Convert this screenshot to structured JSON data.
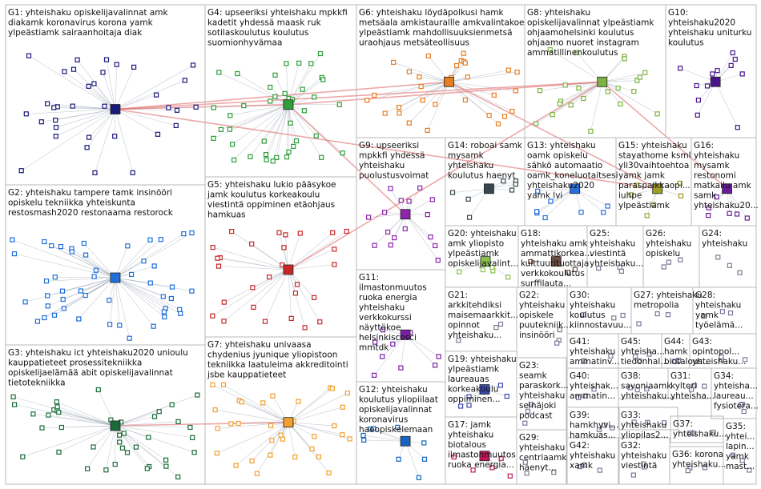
{
  "graph_title": "",
  "groups": [
    {
      "id": "G1",
      "lines": [
        "G1: yhteishaku opiskelijavalinnat amk",
        "diakamk koronavirus korona yamk",
        "ylpeästiamk sairaanhoitaja diak"
      ]
    },
    {
      "id": "G2",
      "lines": [
        "G2: yhteishaku tampere tamk insinööri",
        "opiskelu tekniikka yhteiskunta",
        "restosmash2020 restonaama restorock"
      ]
    },
    {
      "id": "G3",
      "lines": [
        "G3: yhteishaku ict yhteishaku2020 unioulu",
        "kauppatieteet prosessitekniikka",
        "opiskelijaelämää abit opiskelijavalinnat",
        "tietotekniikka"
      ]
    },
    {
      "id": "G4",
      "lines": [
        "G4: upseeriksi yhteishaku mpkkfi",
        "kadetit yhdessä maask ruk",
        "sotilaskoulutus koulutus",
        "suomionhyvämaa"
      ]
    },
    {
      "id": "G5",
      "lines": [
        "G5: yhteishaku lukio pääsykoe",
        "jamk koulutus korkeakoulu",
        "viestintä oppiminen etäohjaus",
        "hamkuas"
      ]
    },
    {
      "id": "G6",
      "lines": [
        "G6: yhteishaku löydäpolkusi hamk",
        "metsäala amkistaurallle amkvalintakoe",
        "ylpeästiamk mahdollisuuksienmetsä",
        "uraohjaus metsäteollisuus"
      ]
    },
    {
      "id": "G7",
      "lines": [
        "G7: yhteishaku univaasa",
        "chydenius jyunique yliopistoon",
        "tekniikka laatuleima akkreditointi",
        "jsbe kauppatieteet"
      ]
    },
    {
      "id": "G8",
      "lines": [
        "G8: yhteishaku",
        "opiskelijavalinnat ylpeästiamk",
        "ohjaamohelsinki koulutus",
        "ohjaamo nuoret instagram",
        "ammatillinenkoulutus"
      ]
    },
    {
      "id": "G9",
      "lines": [
        "G9: upseeriksi",
        "mpkkfi yhdessä",
        "yhteishaku",
        "puolustusvoimat"
      ]
    },
    {
      "id": "G10",
      "lines": [
        "G10:",
        "yhteishaku2020",
        "yhteishaku uniturku",
        "koulutus"
      ]
    },
    {
      "id": "G11",
      "lines": [
        "G11:",
        "ilmastonmuutos",
        "ruoka energia",
        "yhteishaku",
        "verkkokurssi",
        "näyttökoe",
        "helsinkiscosci",
        "mmtdk"
      ]
    },
    {
      "id": "G12",
      "lines": [
        "G12: yhteishaku",
        "koulutus yliopiilaat",
        "opiskelijavalinnat",
        "koronavirus",
        "haeopiskelemaan"
      ]
    },
    {
      "id": "G13",
      "lines": [
        "G13: yhteishaku",
        "oamk opiskelu",
        "sähkö automaatio",
        "oamk_koneluotaitsesi",
        "yhteishaku2020",
        "yamk lvi"
      ]
    },
    {
      "id": "G14",
      "lines": [
        "G14: roboai samk",
        "mysamk",
        "yhteishaku",
        "koulutus haenyt"
      ]
    },
    {
      "id": "G15",
      "lines": [
        "G15: yhteishaku",
        "stayathome ksml",
        "yli30vaihtoehtoa",
        "yamk jamk",
        "paraspaikkaopi...",
        "iuhpe",
        "ylpeästiamk"
      ]
    },
    {
      "id": "G16",
      "lines": [
        "G16:",
        "yhteishaku",
        "mysamk",
        "restonomi",
        "matkailu amk",
        "samk",
        "yhteishaku20..."
      ]
    },
    {
      "id": "G17",
      "lines": [
        "G17: jamk",
        "yhteishaku",
        "biotalous",
        "ilmastonmuutos",
        "ruoka energia..."
      ]
    },
    {
      "id": "G18",
      "lines": [
        "G18:",
        "yhteishaku amk",
        "ammattikorkea...",
        "kulttuurituottaja",
        "verkkokoulutus",
        "surffilauta..."
      ]
    },
    {
      "id": "G19",
      "lines": [
        "G19: yhteishaku",
        "ylpeästiamk",
        "laureauas",
        "korkeakoulu",
        "oppiminen..."
      ]
    },
    {
      "id": "G20",
      "lines": [
        "G20: yhteishaku",
        "amk yliopisto",
        "ylpeästiamk",
        "opiskelijavalint..."
      ]
    },
    {
      "id": "G21",
      "lines": [
        "G21:",
        "arkkitehdiksi",
        "maisemaarkkit...",
        "opinnot",
        "yhteishaku..."
      ]
    },
    {
      "id": "G22",
      "lines": [
        "G22:",
        "yhteishaku",
        "opiskele",
        "puutekniik...",
        "insinööri"
      ]
    },
    {
      "id": "G23",
      "lines": [
        "G23:",
        "seamk",
        "paraskork...",
        "yhteishaku",
        "seinäjoki",
        "podcast"
      ]
    },
    {
      "id": "G24",
      "lines": [
        "G24:",
        "yhteishaku"
      ]
    },
    {
      "id": "G25",
      "lines": [
        "G25:",
        "yhteishaku",
        "viestintä",
        "yhteishaku..."
      ]
    },
    {
      "id": "G26",
      "lines": [
        "G26:",
        "yhteishaku",
        "opiskelu"
      ]
    },
    {
      "id": "G27",
      "lines": [
        "G27: yhteishaku",
        "metropolia"
      ]
    },
    {
      "id": "G28",
      "lines": [
        "G28:",
        "yhteishaku",
        "yamk",
        "työelämä..."
      ]
    },
    {
      "id": "G29",
      "lines": [
        "G29:",
        "yhteishaku",
        "centriaamk",
        "haenyt..."
      ]
    },
    {
      "id": "G30",
      "lines": [
        "G30:",
        "yhteishaku",
        "koulutus",
        "kiinnostavuu..."
      ]
    },
    {
      "id": "G31",
      "lines": [
        "G31:",
        "kylteri",
        "yhteisha..."
      ]
    },
    {
      "id": "G32",
      "lines": [
        "G32:",
        "yhteishaku",
        "viestintä"
      ]
    },
    {
      "id": "G33",
      "lines": [
        "G33:",
        "yhteishaku",
        "yliopilas2..."
      ]
    },
    {
      "id": "G34",
      "lines": [
        "G34:",
        "yhteisha...",
        "laureau...",
        "fysiotera..."
      ]
    },
    {
      "id": "G35",
      "lines": [
        "G35:",
        "yhtei...",
        "lapin...",
        "yamk",
        "mast..."
      ]
    },
    {
      "id": "G36",
      "lines": [
        "G36: korona",
        "yhteishaku..."
      ]
    },
    {
      "id": "G37",
      "lines": [
        "G37:",
        "yhteishaku..."
      ]
    },
    {
      "id": "G38",
      "lines": [
        "G38:",
        "savoniaamk",
        "yhteishaku..."
      ]
    },
    {
      "id": "G39",
      "lines": [
        "G39:",
        "hamkhyvi...",
        "hamkuas..."
      ]
    },
    {
      "id": "G40",
      "lines": [
        "G40:",
        "yhteishak...",
        "ammatin..."
      ]
    },
    {
      "id": "G41",
      "lines": [
        "G41:",
        "yhteishaku",
        "ammatinv..."
      ]
    },
    {
      "id": "G42",
      "lines": [
        "G42:",
        "yhteishaku",
        "xamk"
      ]
    },
    {
      "id": "G43",
      "lines": [
        "G43:",
        "opintopol...",
        "yhteishaku..."
      ]
    },
    {
      "id": "G44",
      "lines": [
        "G44:",
        "hamk",
        "biotalous..."
      ]
    },
    {
      "id": "G45",
      "lines": [
        "G45:",
        "yhteisha...",
        "tiedonhal..."
      ]
    }
  ],
  "colors": {
    "G1": "#1a1a7a",
    "G2": "#1e6fd9",
    "G3": "#1b6b3a",
    "G4": "#2e9d3a",
    "G5": "#c62828",
    "G6": "#e67e22",
    "G7": "#f0a030",
    "G8": "#7cb342",
    "G9": "#8e24aa",
    "G10": "#4a148c",
    "G11": "#7b1fa2",
    "G12": "#1565c0",
    "G13": "#2a6fdb",
    "G14": "#37474f",
    "G15": "#9e9d24",
    "G16": "#6a1b9a",
    "G17": "#c2185b",
    "G18": "#6d4c41",
    "G19": "#3949ab",
    "G20": "#8bc34a",
    "edge_light": "#9aa3b2",
    "edge_bridge": "#e07070",
    "box_border": "#b9b9b9"
  },
  "bridge_edges": [
    [
      "G1",
      "G8"
    ],
    [
      "G1",
      "G6"
    ],
    [
      "G4",
      "G8"
    ],
    [
      "G1",
      "G4"
    ],
    [
      "G5",
      "G8"
    ],
    [
      "G4",
      "G9"
    ],
    [
      "G6",
      "G15"
    ],
    [
      "G1",
      "G15"
    ],
    [
      "G3",
      "G7"
    ],
    [
      "G8",
      "G16"
    ]
  ]
}
